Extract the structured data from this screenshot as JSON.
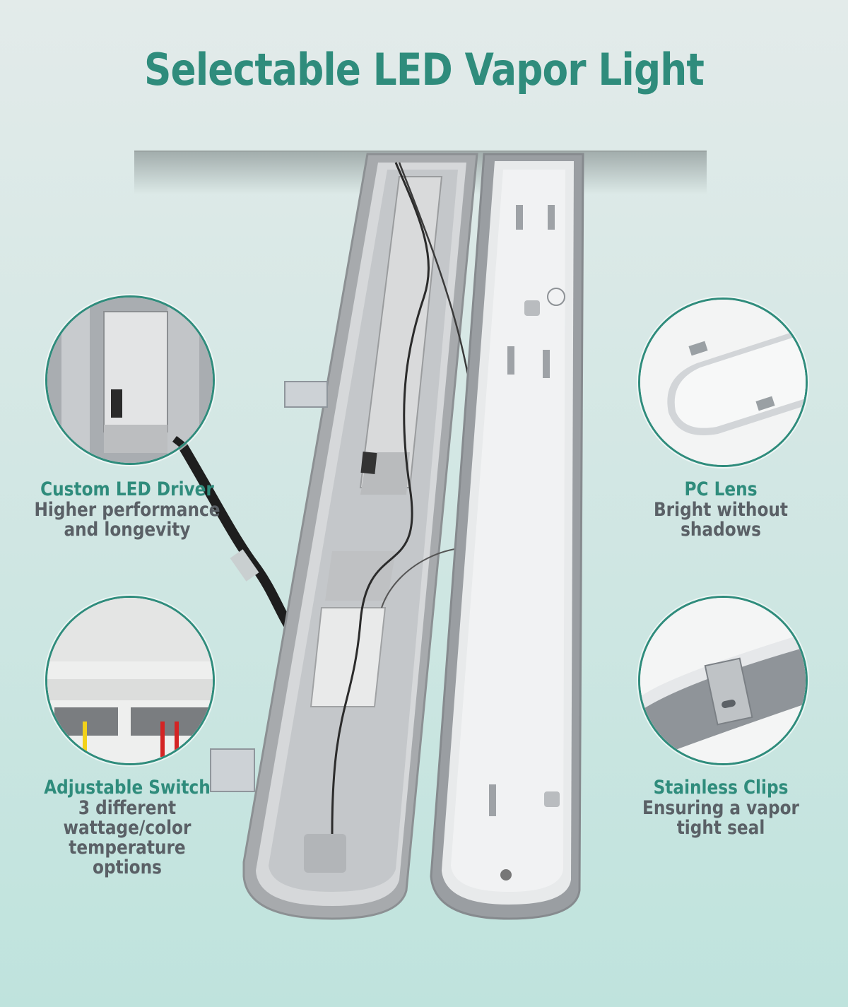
{
  "title": "Selectable LED Vapor Light",
  "features": [
    {
      "heading": "Custom LED Driver",
      "description": "Higher performance\nand longevity"
    },
    {
      "heading": "Adjustable Switch",
      "description": "3 different\nwattage/color\ntemperature\noptions"
    },
    {
      "heading": "PC Lens",
      "description": "Bright without\nshadows"
    },
    {
      "heading": "Stainless Clips",
      "description": "Ensuring a vapor\ntight seal"
    }
  ],
  "colors": {
    "accent": "#2f8c7c",
    "text_gray": "#5a6066"
  }
}
